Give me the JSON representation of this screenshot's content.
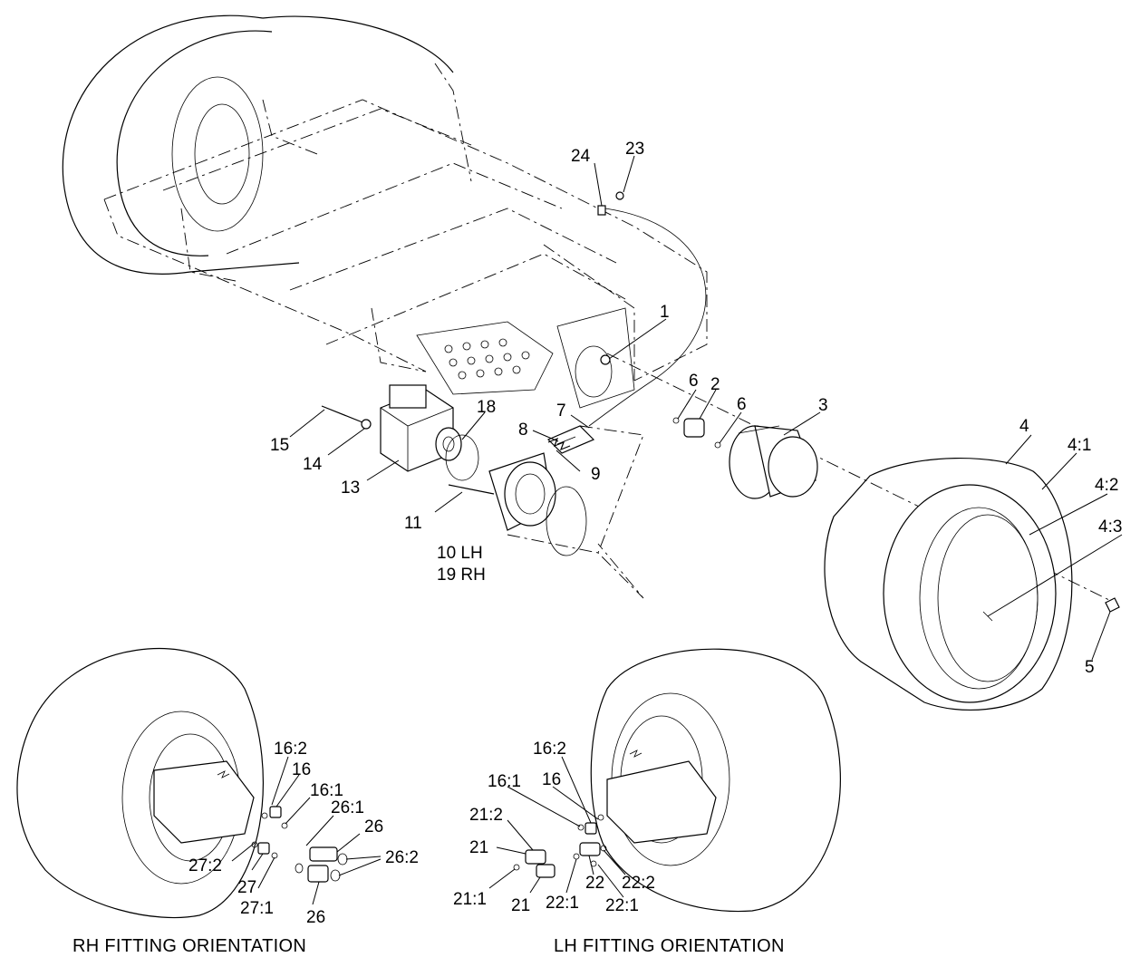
{
  "callouts": {
    "c1": "1",
    "c2": "2",
    "c3": "3",
    "c4": "4",
    "c4_1": "4:1",
    "c4_2": "4:2",
    "c4_3": "4:3",
    "c5": "5",
    "c6a": "6",
    "c6b": "6",
    "c7": "7",
    "c8": "8",
    "c9": "9",
    "c10": "10 LH",
    "c19": "19 RH",
    "c11": "11",
    "c13": "13",
    "c14": "14",
    "c15": "15",
    "c18": "18",
    "c23": "23",
    "c24": "24",
    "rh": {
      "c16_2": "16:2",
      "c16": "16",
      "c16_1": "16:1",
      "c26_1": "26:1",
      "c26a": "26",
      "c26_2": "26:2",
      "c27_2": "27:2",
      "c27": "27",
      "c27_1": "27:1",
      "c26b": "26"
    },
    "lh": {
      "c16_2": "16:2",
      "c16_1": "16:1",
      "c16": "16",
      "c21_2": "21:2",
      "c21a": "21",
      "c21_1": "21:1",
      "c21b": "21",
      "c22_1a": "22:1",
      "c22": "22",
      "c22_2": "22:2",
      "c22_1b": "22:1"
    }
  },
  "captions": {
    "rh": "RH FITTING ORIENTATION",
    "lh": "LH FITTING ORIENTATION"
  }
}
